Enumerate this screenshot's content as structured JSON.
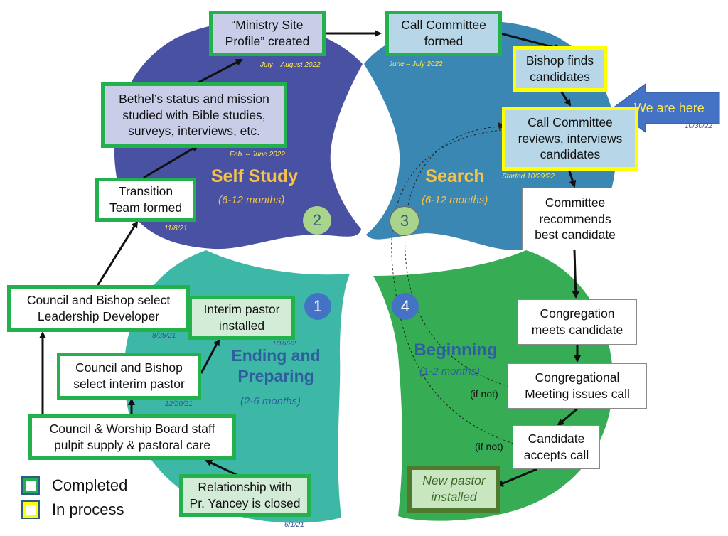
{
  "phases": {
    "self_study": {
      "number": "2",
      "title": "Self Study",
      "duration": "(6-12 months)"
    },
    "search": {
      "number": "3",
      "title": "Search",
      "duration": "(6-12 months)"
    },
    "ending": {
      "number": "1",
      "title": "Ending and\nPreparing",
      "duration": "(2-6 months)"
    },
    "beginning": {
      "number": "4",
      "title": "Beginning",
      "duration": "(1-2 months)"
    }
  },
  "steps": {
    "relationship_closed": {
      "text": "Relationship with\nPr. Yancey is closed",
      "date": "6/1/21",
      "status": "completed"
    },
    "pulpit_supply": {
      "text": "Council & Worship Board staff\npulpit supply & pastoral care",
      "status": "completed"
    },
    "select_interim": {
      "text": "Council and Bishop\nselect interim pastor",
      "date": "12/20/21",
      "status": "completed"
    },
    "interim_installed": {
      "text": "Interim pastor\ninstalled",
      "date": "1/16/22",
      "status": "completed"
    },
    "select_developer": {
      "text": "Council and Bishop select\nLeadership Developer",
      "date": "8/25/21",
      "status": "completed"
    },
    "transition_team": {
      "text": "Transition\nTeam formed",
      "date": "11/8/21",
      "status": "completed"
    },
    "bethel_studied": {
      "text": "Bethel’s status and mission\nstudied with Bible studies,\nsurveys, interviews, etc.",
      "date": "Feb. – June 2022",
      "status": "completed"
    },
    "site_profile": {
      "text": "“Ministry Site\nProfile” created",
      "date": "July – August 2022",
      "status": "completed"
    },
    "call_committee": {
      "text": "Call Committee\nformed",
      "date": "June – July 2022",
      "status": "completed"
    },
    "bishop_finds": {
      "text": "Bishop finds\ncandidates",
      "status": "in process"
    },
    "committee_reviews": {
      "text": "Call Committee\nreviews, interviews\ncandidates",
      "date": "Started 10/29/22",
      "status": "in process"
    },
    "committee_recommends": {
      "text": "Committee\nrecommends\nbest candidate"
    },
    "congregation_meets": {
      "text": "Congregation\nmeets candidate"
    },
    "meeting_issues_call": {
      "text": "Congregational\nMeeting issues call"
    },
    "candidate_accepts": {
      "text": "Candidate\naccepts call"
    },
    "new_pastor": {
      "text": "New pastor\ninstalled"
    }
  },
  "we_are_here": {
    "text": "We are here",
    "date": "10/30/22"
  },
  "if_not": "(if not)",
  "legend": {
    "completed": "Completed",
    "in_process": "In process"
  },
  "colors": {
    "self_study": "#4951a3",
    "search": "#3b87b4",
    "ending": "#3db8a6",
    "beginning": "#36ad55",
    "completed_border": "#22b14c",
    "in_process_border": "#ffff00",
    "arrow_blue": "#4472c4"
  }
}
